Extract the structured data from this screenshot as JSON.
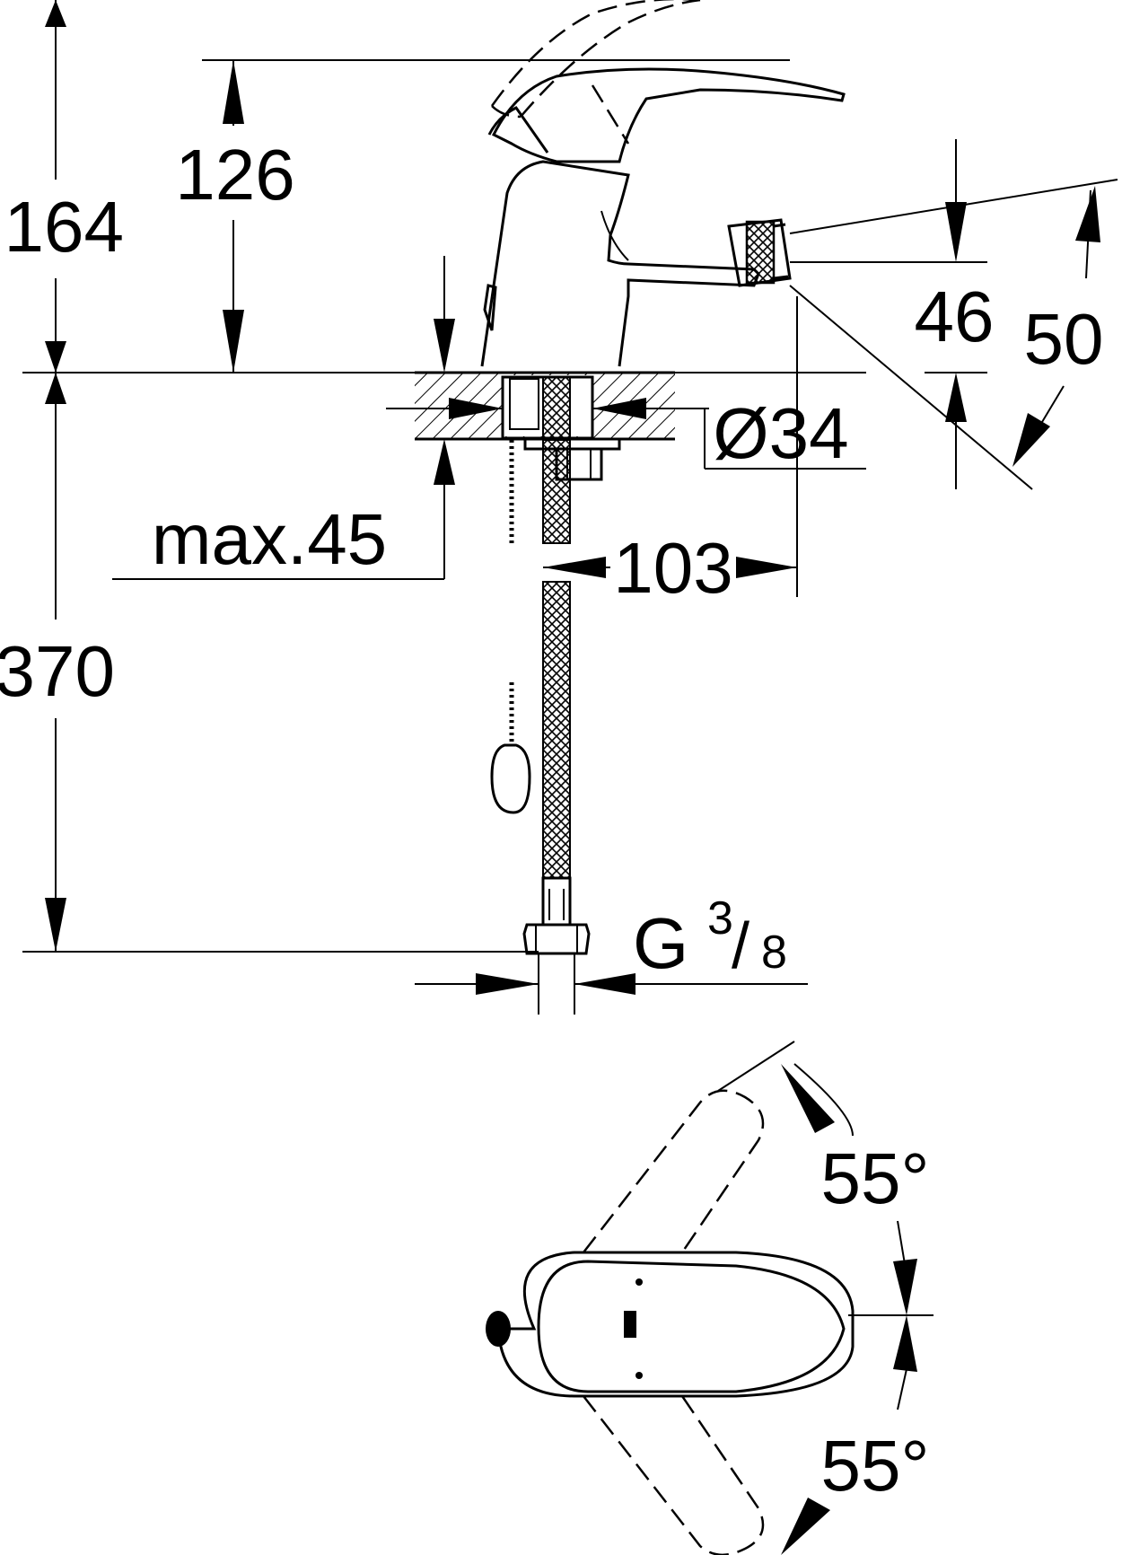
{
  "dimensions": {
    "height_total": "164",
    "height_spout": "126",
    "spout_height_a": "46",
    "spout_height_b": "50",
    "hole_diameter": "Ø34",
    "max_thickness": "max.45",
    "spout_projection": "103",
    "hose_length": "370",
    "thread_base": "G",
    "thread_numerator": "3",
    "thread_slash": "/",
    "thread_denominator": "8",
    "angle_upper": "55°",
    "angle_lower": "55°"
  }
}
